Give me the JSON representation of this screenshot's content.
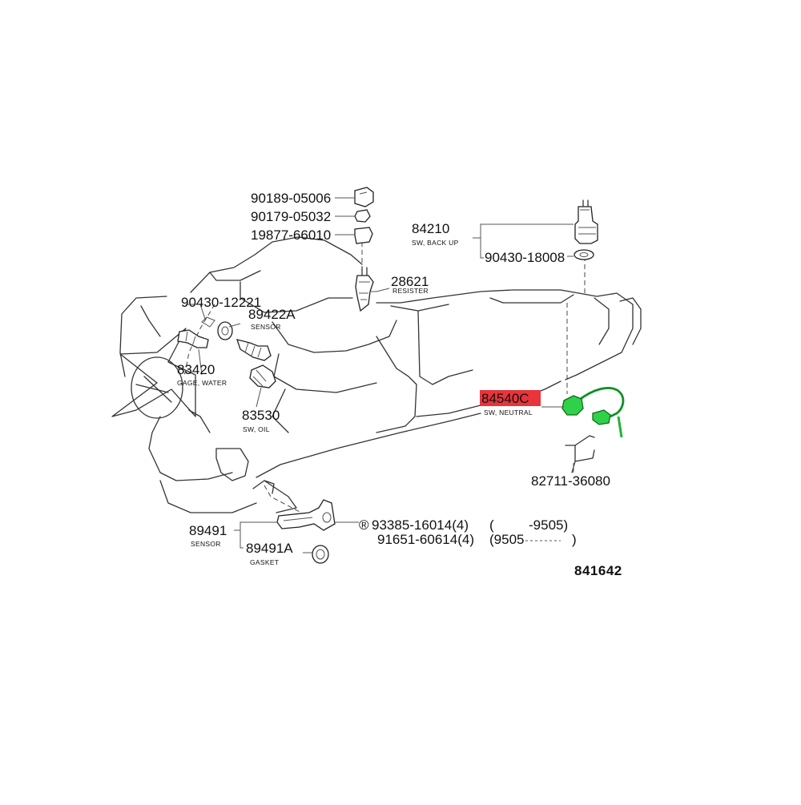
{
  "diagram": {
    "diagram_number": "841642",
    "highlight_color": "#e8343a",
    "switch_color": "#2fd14a",
    "parts": [
      {
        "id": "p1",
        "number": "90189-05006",
        "label": ""
      },
      {
        "id": "p2",
        "number": "90179-05032",
        "label": ""
      },
      {
        "id": "p3",
        "number": "19877-66010",
        "label": ""
      },
      {
        "id": "p4",
        "number": "84210",
        "label": "SW, BACK UP"
      },
      {
        "id": "p5",
        "number": "90430-18008",
        "label": ""
      },
      {
        "id": "p6",
        "number": "28621",
        "label": "RESISTER"
      },
      {
        "id": "p7",
        "number": "90430-12221",
        "label": ""
      },
      {
        "id": "p8",
        "number": "89422A",
        "label": "SENSOR"
      },
      {
        "id": "p9",
        "number": "83420",
        "label": "GAGE, WATER"
      },
      {
        "id": "p10",
        "number": "83530",
        "label": "SW, OIL"
      },
      {
        "id": "p11",
        "number": "84540C",
        "label": "SW, NEUTRAL",
        "highlighted": true
      },
      {
        "id": "p12",
        "number": "82711-36080",
        "label": ""
      },
      {
        "id": "p13",
        "number": "89491",
        "label": "SENSOR"
      },
      {
        "id": "p14",
        "number": "89491A",
        "label": "GASKET"
      },
      {
        "id": "p15",
        "number": "93385-16014(4)",
        "label": "",
        "symbol": "®",
        "range": [
          "(",
          "-9505)"
        ]
      },
      {
        "id": "p16",
        "number": "91651-60614(4)",
        "label": "",
        "range": [
          "(9505",
          ")"
        ]
      }
    ]
  }
}
